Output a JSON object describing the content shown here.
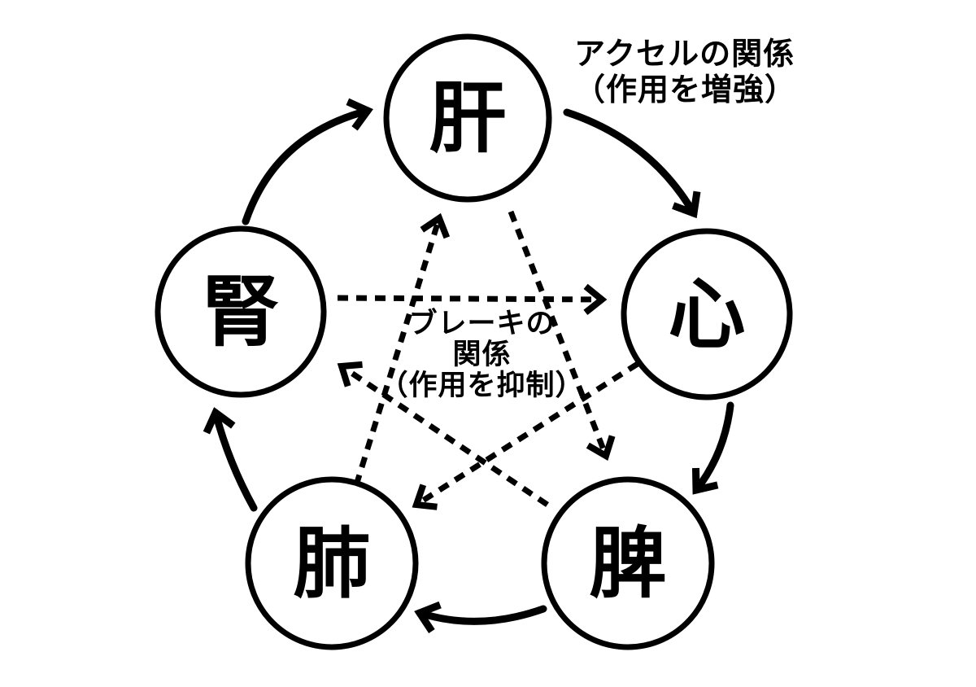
{
  "labels": {
    "accelerator": {
      "lines": [
        "アクセルの関係",
        "（作用を増強）"
      ],
      "meaning": "アクセルの関係（作用を増強）"
    },
    "brake": {
      "lines": [
        "ブレーキの",
        "関係",
        "（作用を抑制）"
      ],
      "meaning": "ブレーキの関係（作用を抑制）"
    }
  },
  "nodes": [
    {
      "id": "liver",
      "label": "肝",
      "position": "top"
    },
    {
      "id": "heart",
      "label": "心",
      "position": "right"
    },
    {
      "id": "spleen",
      "label": "脾",
      "position": "bottom-right"
    },
    {
      "id": "lung",
      "label": "肺",
      "position": "bottom-left"
    },
    {
      "id": "kidney",
      "label": "腎",
      "position": "left"
    }
  ],
  "edges": {
    "solid_accelerator_cycle": [
      {
        "from": "腎",
        "to": "肝"
      },
      {
        "from": "肝",
        "to": "心"
      },
      {
        "from": "心",
        "to": "脾"
      },
      {
        "from": "脾",
        "to": "肺"
      },
      {
        "from": "肺",
        "to": "腎"
      }
    ],
    "dashed_brake_cycle": [
      {
        "from": "腎",
        "to": "心"
      },
      {
        "from": "肝",
        "to": "脾"
      },
      {
        "from": "脾",
        "to": "腎"
      },
      {
        "from": "肺",
        "to": "肝"
      },
      {
        "from": "心",
        "to": "肺"
      }
    ]
  },
  "colors": {
    "ink": "#000000",
    "background": "#ffffff"
  }
}
